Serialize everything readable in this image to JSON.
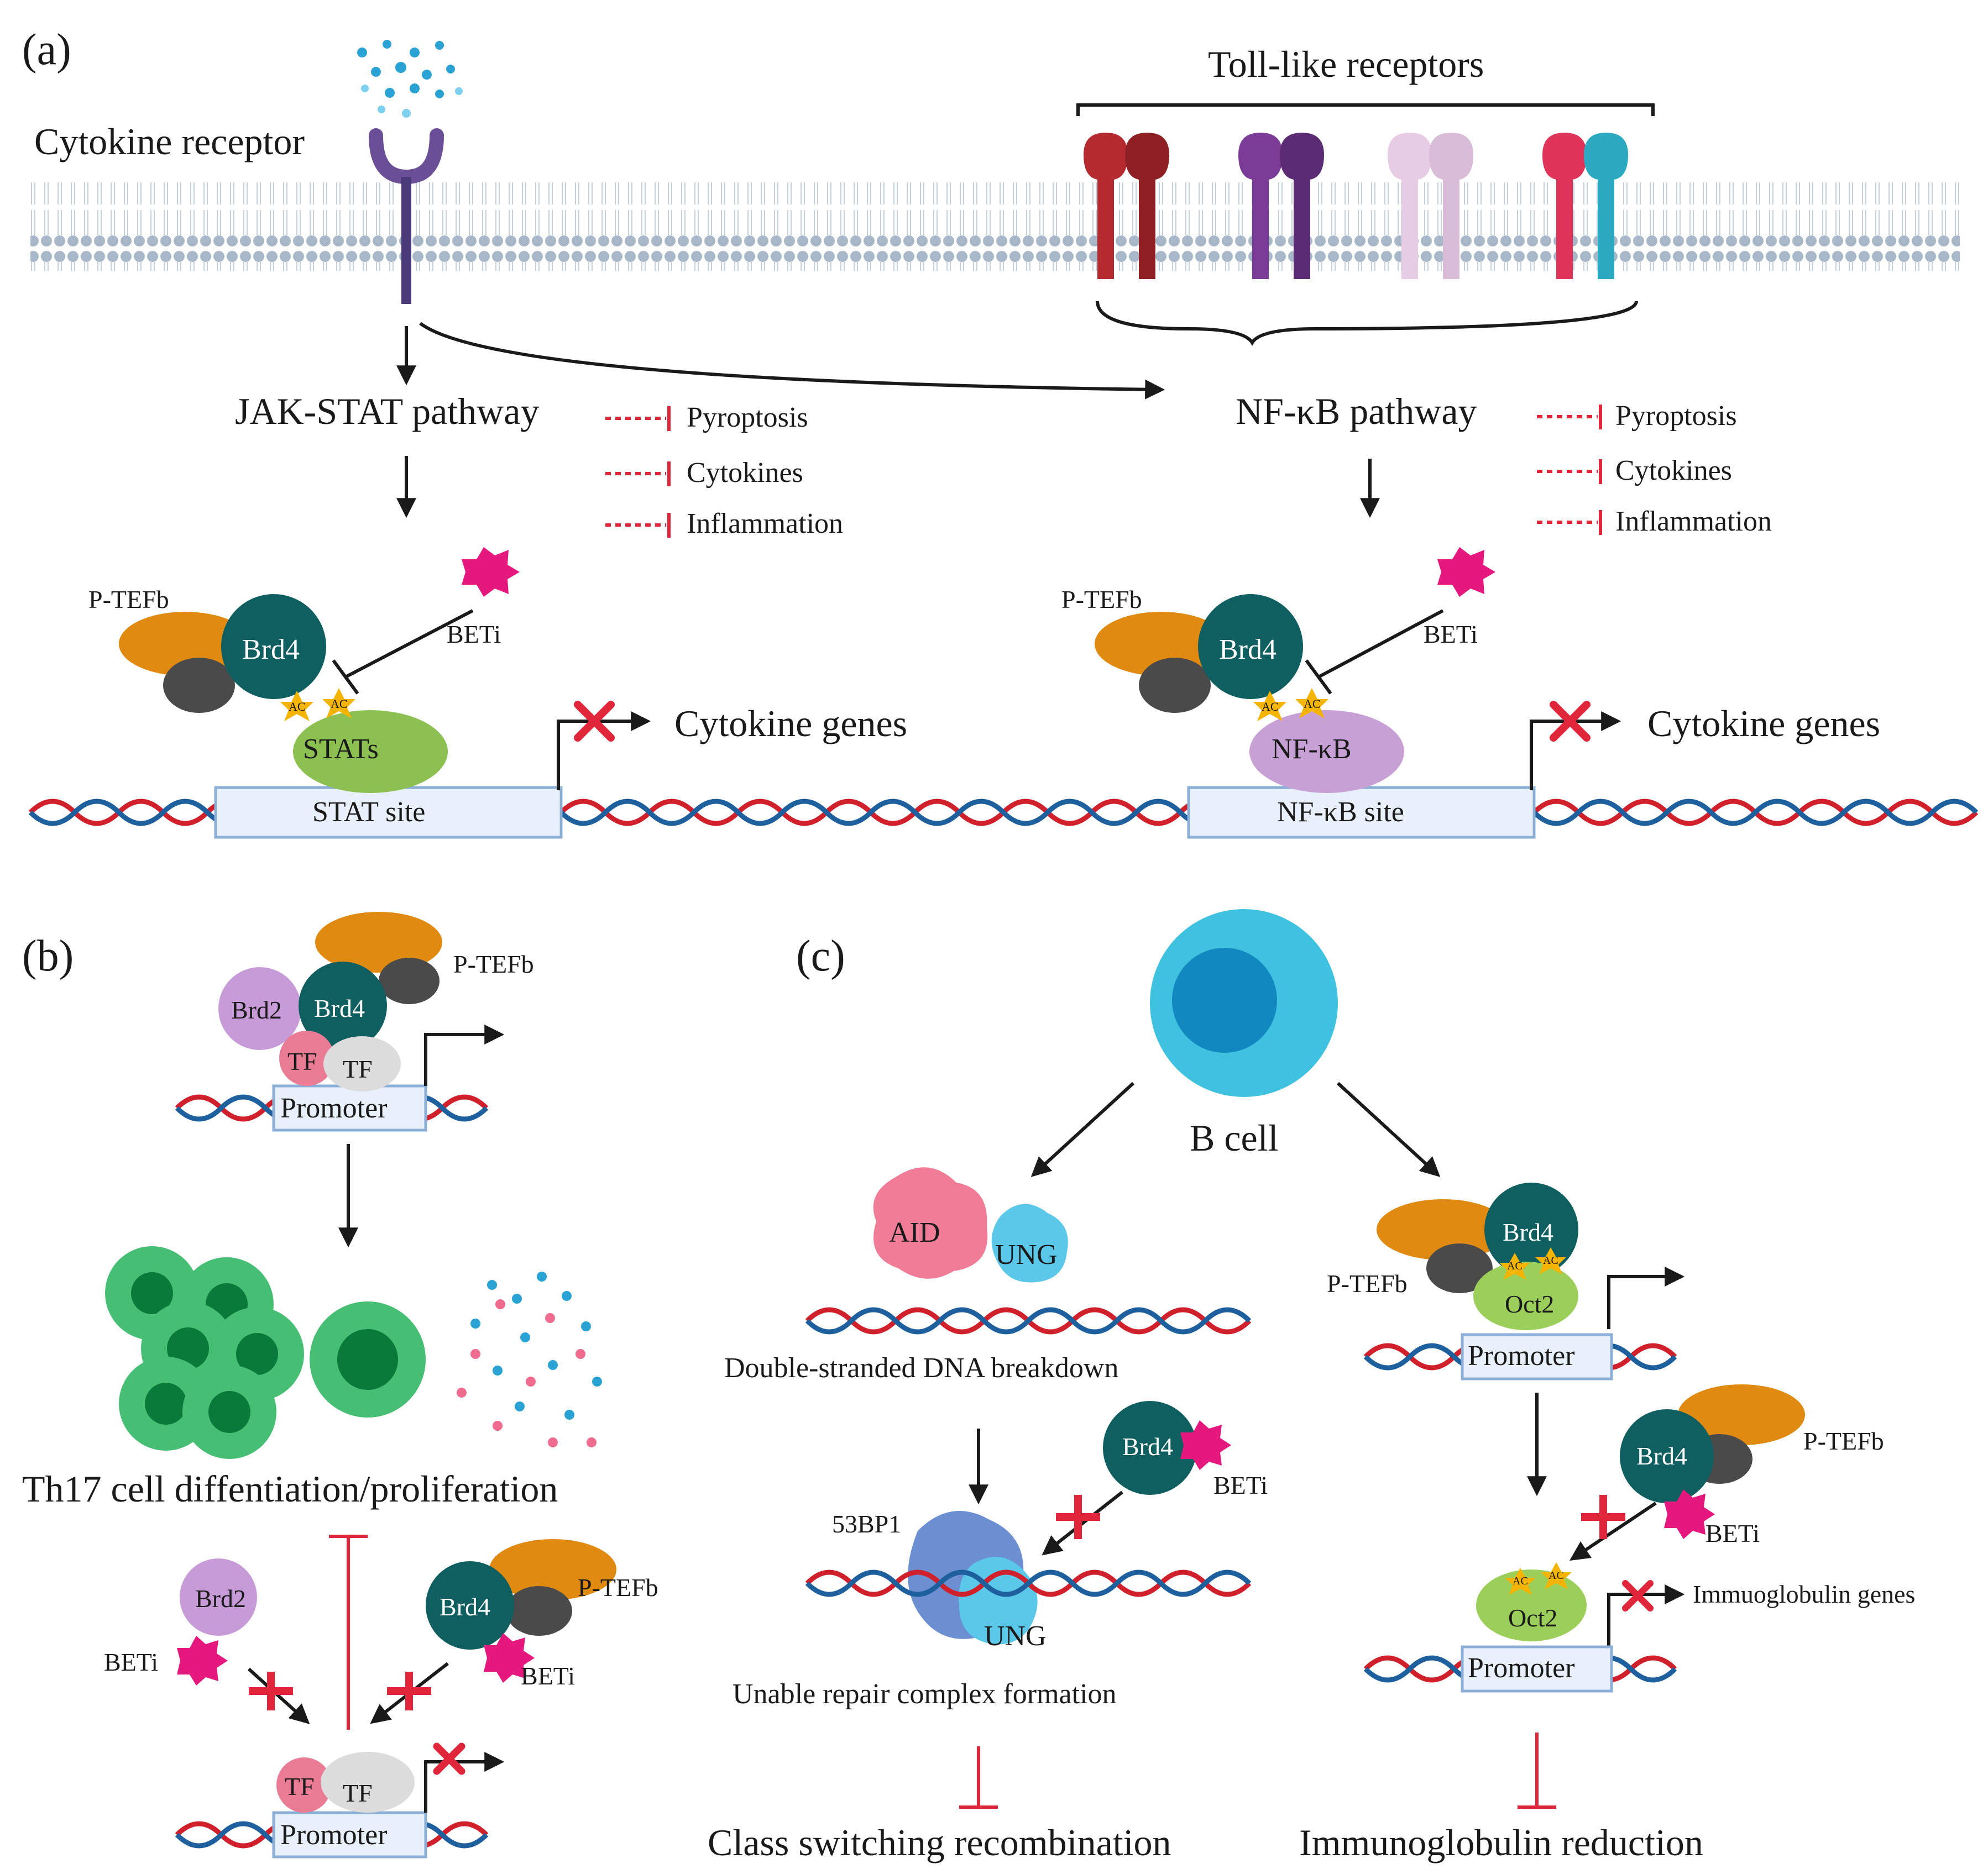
{
  "panel_a": {
    "label": "(a)",
    "cytokine_receptor": "Cytokine receptor",
    "toll_like_receptors": "Toll-like receptors",
    "jak_stat": "JAK-STAT pathway",
    "nfkb": "NF-κB pathway",
    "effects": [
      "Pyroptosis",
      "Cytokines",
      "Inflammation"
    ],
    "ptefb": "P-TEFb",
    "brd4": "Brd4",
    "beti": "BETi",
    "ac": "AC",
    "stats": "STATs",
    "nfkb_protein": "NF-κB",
    "stat_site": "STAT site",
    "nfkb_site": "NF-κB site",
    "cytokine_genes": "Cytokine genes"
  },
  "panel_b": {
    "label": "(b)",
    "ptefb": "P-TEFb",
    "brd2": "Brd2",
    "brd4": "Brd4",
    "tf": "TF",
    "promoter": "Promoter",
    "th17": "Th17 cell diffentiation/proliferation",
    "beti": "BETi"
  },
  "panel_c": {
    "label": "(c)",
    "b_cell": "B cell",
    "aid": "AID",
    "ung": "UNG",
    "dsb": "Double-stranded DNA  breakdown",
    "brd4": "Brd4",
    "beti": "BETi",
    "p53bp1": "53BP1",
    "unable": "Unable repair complex formation",
    "csr": "Class switching recombination",
    "ptefb": "P-TEFb",
    "ac": "AC",
    "oct2": "Oct2",
    "promoter": "Promoter",
    "ig_genes": "Immuoglobulin genes",
    "ig_reduction": "Immunoglobulin reduction"
  },
  "colors": {
    "membrane": "#a9b8c9",
    "brd4": "#0f5e60",
    "ptefb_orange": "#e08a12",
    "ptefb_gray": "#4a4a4a",
    "beti": "#e5197d",
    "ac": "#f5b400",
    "stats": "#8cc152",
    "nfkb": "#c7a0d6",
    "inhibit_red": "#e0263a",
    "dna_red": "#d0202b",
    "dna_blue": "#1e5f9e",
    "box_fill": "#e8f1fb",
    "box_stroke": "#8bafd6",
    "th17": "#3cb371",
    "b_cell": "#3fc1e0",
    "aid": "#f07c98",
    "ung": "#5bc8ea",
    "p53bp1": "#6b8fd1",
    "brd2": "#c79bd8",
    "tf_pink": "#ea7b95",
    "tf_gray": "#dcdcdc",
    "oct2": "#9ccf5a",
    "tlr": [
      "#b52a2e",
      "#7a3c96",
      "#d9bdd8",
      "#e0355a",
      "#2aa9c1"
    ]
  }
}
